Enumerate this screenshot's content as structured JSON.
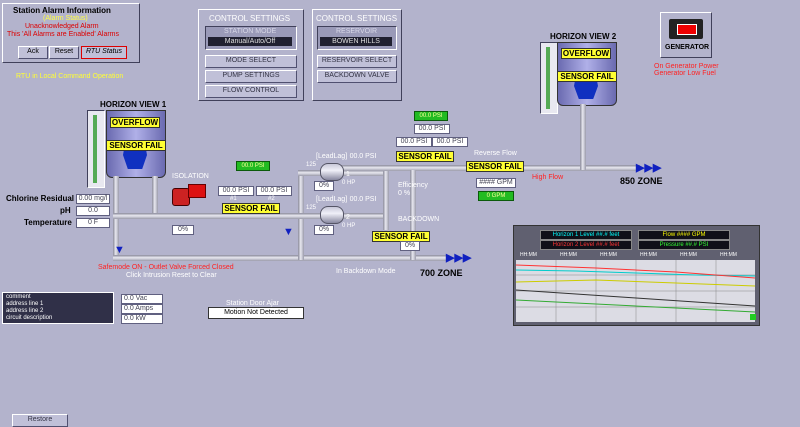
{
  "alarm": {
    "title": "Station Alarm Information",
    "status": "(Alarm Status)",
    "unack": "Unacknowledged Alarm",
    "disabled": "This  'All Alarms are Enabled'  Alarms",
    "ack_label": "Ack",
    "reset_label": "Reset",
    "rtu_label": "RTU Status"
  },
  "rtu_mode": "RTU in Local Command Operation",
  "control1": {
    "title": "CONTROL SETTINGS",
    "mode_label": "STATION MODE",
    "mode_value": "Manual/Auto/Off",
    "buttons": [
      "MODE SELECT",
      "PUMP SETTINGS",
      "FLOW CONTROL"
    ]
  },
  "control2": {
    "title": "CONTROL SETTINGS",
    "res_label": "RESERVOIR",
    "res_value": "BOWEN HILLS",
    "buttons": [
      "RESERVOIR SELECT",
      "BACKDOWN VALVE"
    ]
  },
  "generator": {
    "label": "GENERATOR",
    "power": "On Generator Power",
    "fuel": "Generator Low Fuel"
  },
  "horizon1": {
    "title": "HORIZON VIEW 1",
    "overflow": "OVERFLOW",
    "sensor": "SENSOR FAIL"
  },
  "horizon2": {
    "title": "HORIZON VIEW 2",
    "overflow": "OVERFLOW",
    "sensor": "SENSOR FAIL"
  },
  "chem": {
    "chlorine_label": "Chlorine Residual",
    "chlorine_value": "0.00 mg/l",
    "ph_label": "pH",
    "ph_value": "0.0",
    "temp_label": "Temperature",
    "temp_value": "0 F"
  },
  "isolation": {
    "label": "ISOLATION",
    "psi_green": "00.0 PSI",
    "psi1": "00.0 PSI",
    "psi2": "00.0 PSI",
    "n1": "#1",
    "n2": "#2",
    "sensor": "SENSOR FAIL",
    "pct": "0%"
  },
  "pumps": {
    "leadlag1": "[LeadLag]",
    "leadlag2": "[LeadLag]",
    "p1_psi": "00.0 PSI",
    "p2_psi": "00.0 PSI",
    "p1_pct": "0%",
    "p2_pct": "0%",
    "p1_num": "1",
    "p2_num": "2",
    "p1_hp": "0 HP",
    "p2_hp": "0 HP",
    "p1_top": "125",
    "p2_top": "125"
  },
  "discharge": {
    "psi_green": "00.0 PSI",
    "psi_a": "00.0 PSI",
    "psi_b": "00.0 PSI",
    "psi_c": "00.0 PSI",
    "sensor": "SENSOR FAIL",
    "efficiency_label": "Efficiency",
    "efficiency_value": "0 %"
  },
  "backdown": {
    "label": "BACKDOWN",
    "sensor": "SENSOR FAIL",
    "pct": "0%",
    "mode": "In Backdown Mode"
  },
  "flow": {
    "reverse": "Reverse Flow",
    "sensor": "SENSOR FAIL",
    "gpm": "#### GPM",
    "gpm_green": "0 GPM",
    "high": "High Flow"
  },
  "zones": {
    "z850": "850 ZONE",
    "z700": "700 ZONE"
  },
  "safemode": {
    "line1": "Safemode ON  -  Outlet Valve Forced Closed",
    "line2": "Click Intrusion Reset to Clear"
  },
  "door": {
    "label": "Station Door Ajar",
    "motion": "Motion Not Detected"
  },
  "comment": {
    "title": "comment",
    "l1": "address line 1",
    "l2": "address line 2",
    "l3": "circuit description"
  },
  "meters": {
    "vac": "0.0 Vac",
    "amps": "0.0 Amps",
    "kw": "0.0 kW"
  },
  "trend": {
    "h1": "Horizon 1 Level ##.# feet",
    "flow": "Flow #### GPM",
    "h2": "Horizon 2 Level ##.# feet",
    "pressure": "Pressure ##.# PSI",
    "time": "HH:MM",
    "colors": {
      "h1": "#00ffff",
      "flow": "#ffff00",
      "h2": "#ff3333",
      "pressure": "#33ff33"
    }
  },
  "restore_label": "Restore"
}
